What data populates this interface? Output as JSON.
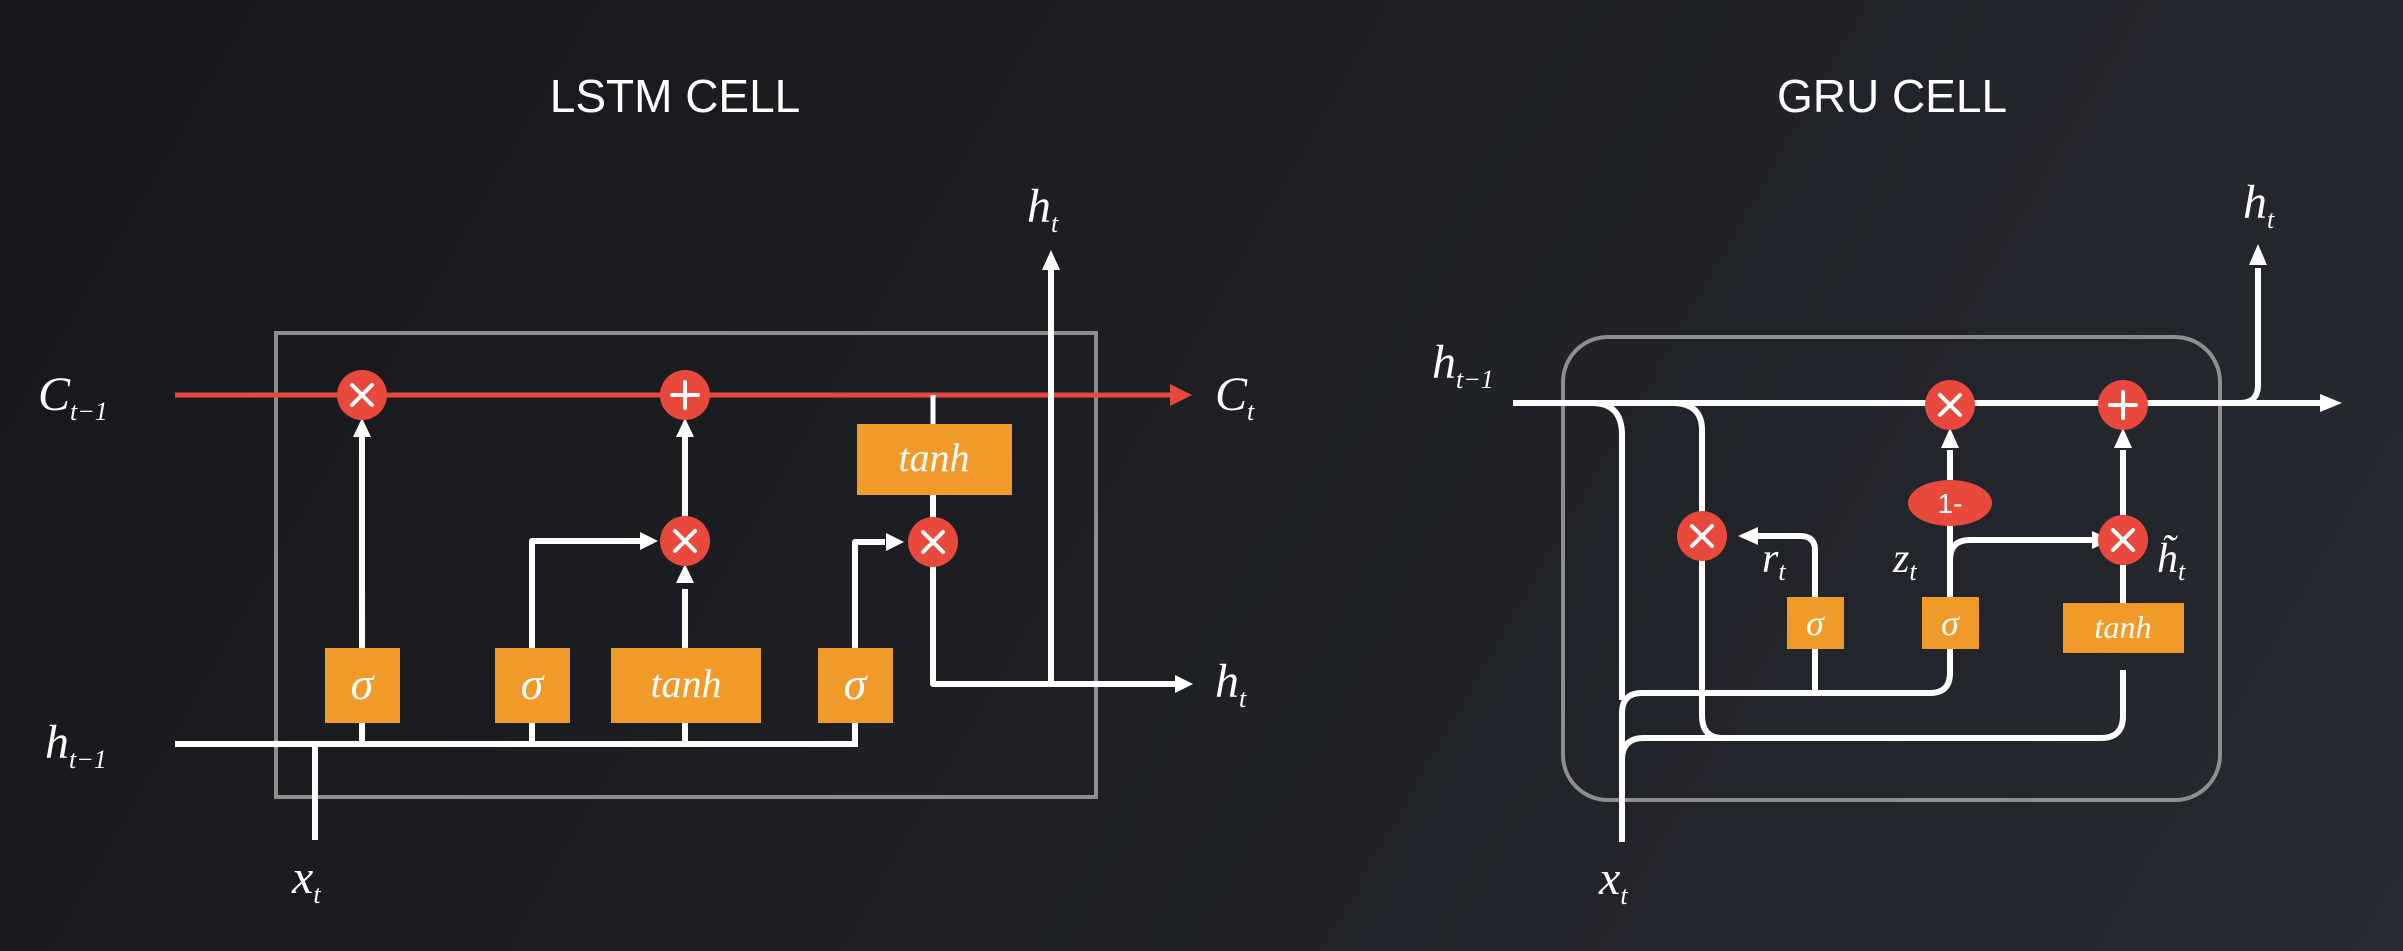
{
  "lstm": {
    "title": "LSTM CELL",
    "labels": {
      "c_prev": {
        "base": "C",
        "sub": "t−1"
      },
      "c_next": {
        "base": "C",
        "sub": "t"
      },
      "h_prev": {
        "base": "h",
        "sub": "t−1"
      },
      "h_out_top": {
        "base": "h",
        "sub": "t"
      },
      "h_out_right": {
        "base": "h",
        "sub": "t"
      },
      "x_in": {
        "base": "x",
        "sub": "t"
      }
    },
    "gates": {
      "sigma": "σ",
      "tanh": "tanh"
    },
    "ops": {
      "multiply": "×",
      "add": "+"
    }
  },
  "gru": {
    "title": "GRU CELL",
    "labels": {
      "h_prev": {
        "base": "h",
        "sub": "t−1"
      },
      "h_out": {
        "base": "h",
        "sub": "t"
      },
      "x_in": {
        "base": "x",
        "sub": "t"
      },
      "r": {
        "base": "r",
        "sub": "t"
      },
      "z": {
        "base": "z",
        "sub": "t"
      },
      "h_tilde": {
        "base": "h̃",
        "sub": "t"
      }
    },
    "gates": {
      "sigma": "σ",
      "tanh": "tanh",
      "one_minus": "1-"
    },
    "ops": {
      "multiply": "×",
      "add": "+"
    }
  },
  "colors": {
    "background": "#1d1f24",
    "gate_fill": "#f09a2a",
    "operator_fill": "#e8493c",
    "cell_state_line": "#e8493c",
    "line": "#ffffff",
    "cell_border": "#8e8e8e"
  }
}
